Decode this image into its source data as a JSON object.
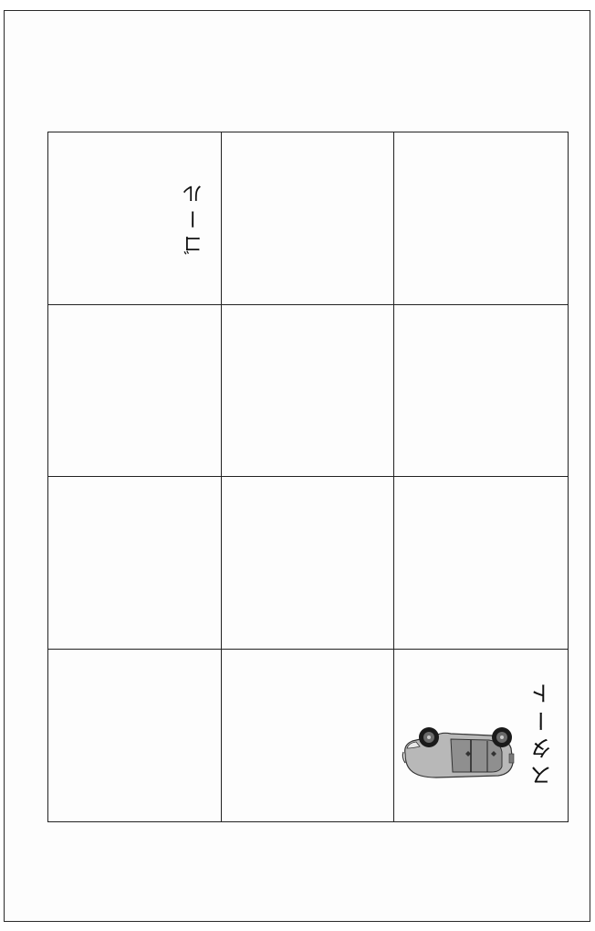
{
  "board": {
    "rows": 4,
    "cols": 3,
    "goal_label": "ゴール",
    "start_label": "スタート"
  },
  "car": {
    "icon": "car-icon",
    "body_color": "#b8b8b8"
  }
}
